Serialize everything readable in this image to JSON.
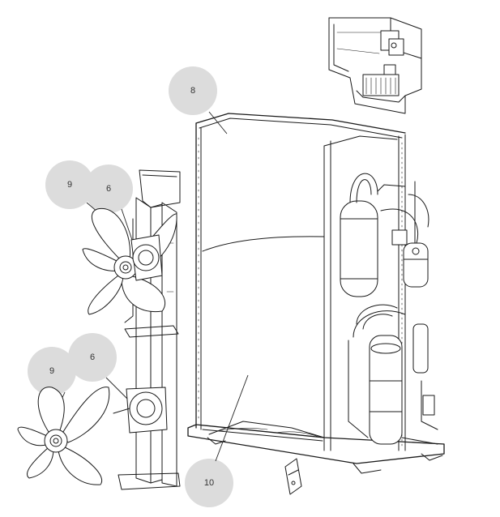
{
  "callouts": [
    {
      "id": "c8",
      "label": "8"
    },
    {
      "id": "c9a",
      "label": "9"
    },
    {
      "id": "c6a",
      "label": "6"
    },
    {
      "id": "c9b",
      "label": "9"
    },
    {
      "id": "c6b",
      "label": "6"
    },
    {
      "id": "c10",
      "label": "10"
    }
  ],
  "colors": {
    "callout_fill": "#dcdcdc",
    "line": "#1a1a1a",
    "background": "#ffffff"
  }
}
